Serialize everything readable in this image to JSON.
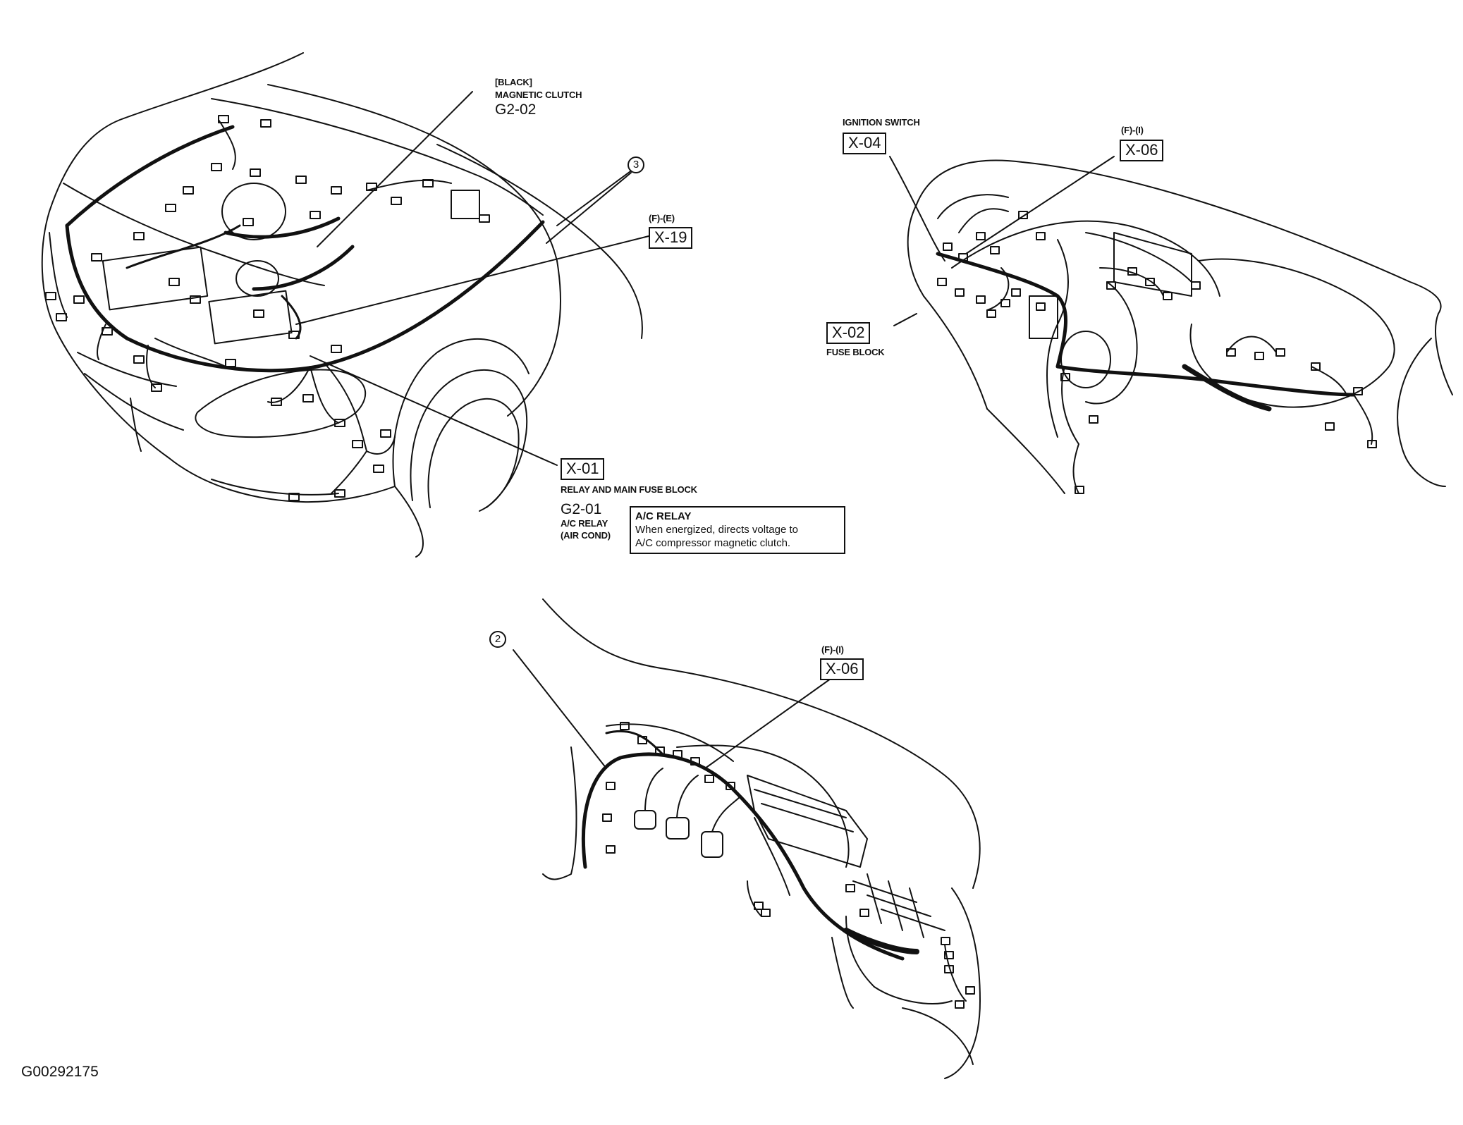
{
  "figure_id": "G00292175",
  "engine_view": {
    "magnetic_clutch": {
      "color": "[BLACK]",
      "name": "MAGNETIC CLUTCH",
      "code": "G2-02"
    },
    "callout_3": "3",
    "x19": {
      "sub": "(F)-(E)",
      "code": "X-19"
    },
    "x01": {
      "code": "X-01",
      "name": "RELAY AND MAIN FUSE BLOCK"
    },
    "g201": {
      "code": "G2-01",
      "name_line1": "A/C RELAY",
      "name_line2": "(AIR COND)"
    },
    "note": {
      "title": "A/C RELAY",
      "line1": "When energized, directs voltage to",
      "line2": "A/C compressor magnetic clutch."
    }
  },
  "dash_view": {
    "ignition_switch": {
      "name": "IGNITION SWITCH",
      "code": "X-04"
    },
    "x06": {
      "sub": "(F)-(I)",
      "code": "X-06"
    },
    "x02": {
      "code": "X-02",
      "name": "FUSE BLOCK"
    }
  },
  "footwell_view": {
    "callout_2": "2",
    "x06": {
      "sub": "(F)-(I)",
      "code": "X-06"
    }
  }
}
